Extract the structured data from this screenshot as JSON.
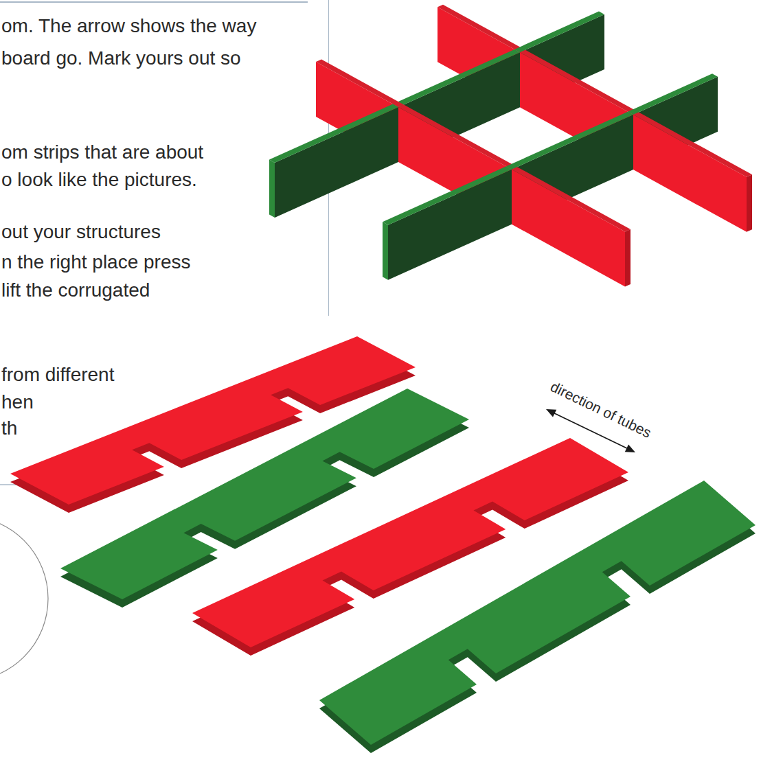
{
  "diagram": {
    "labels": [
      "om. The arrow shows the way",
      "board go. Mark yours out so",
      "om strips that are about",
      "o look like the pictures.",
      "out your structures",
      "n the right place press",
      "lift the corrugated",
      "from different",
      "hen",
      "th",
      "direction of tubes"
    ]
  }
}
